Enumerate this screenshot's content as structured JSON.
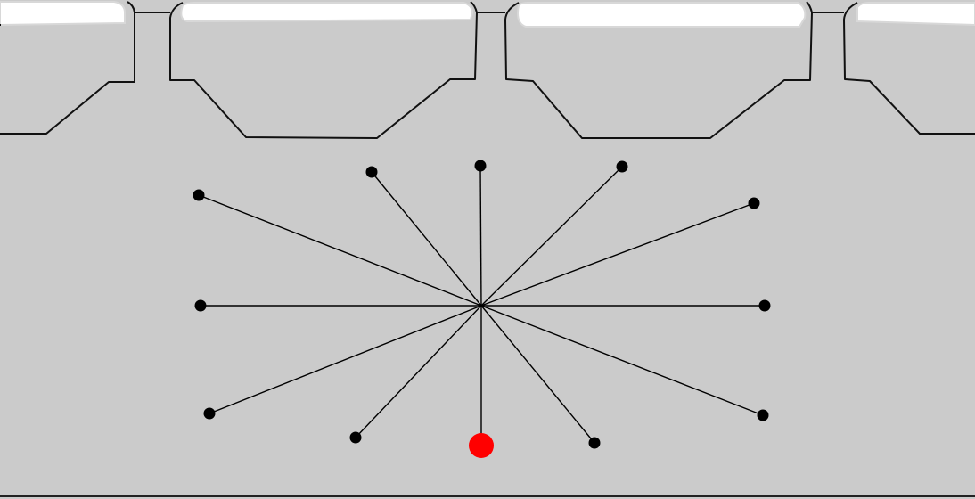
{
  "colors": {
    "background": "#cbcbcb",
    "terrain_outline": "#111111",
    "sky_highlight": "#ffffff",
    "aim_line": "#000000",
    "aim_node": "#000000",
    "player_ball": "#ff0000",
    "floor_line": "#222222"
  },
  "aim_wheel": {
    "node_count": 12,
    "selected_direction": "down"
  },
  "player": {
    "name": "player-ball",
    "shape": "circle"
  }
}
